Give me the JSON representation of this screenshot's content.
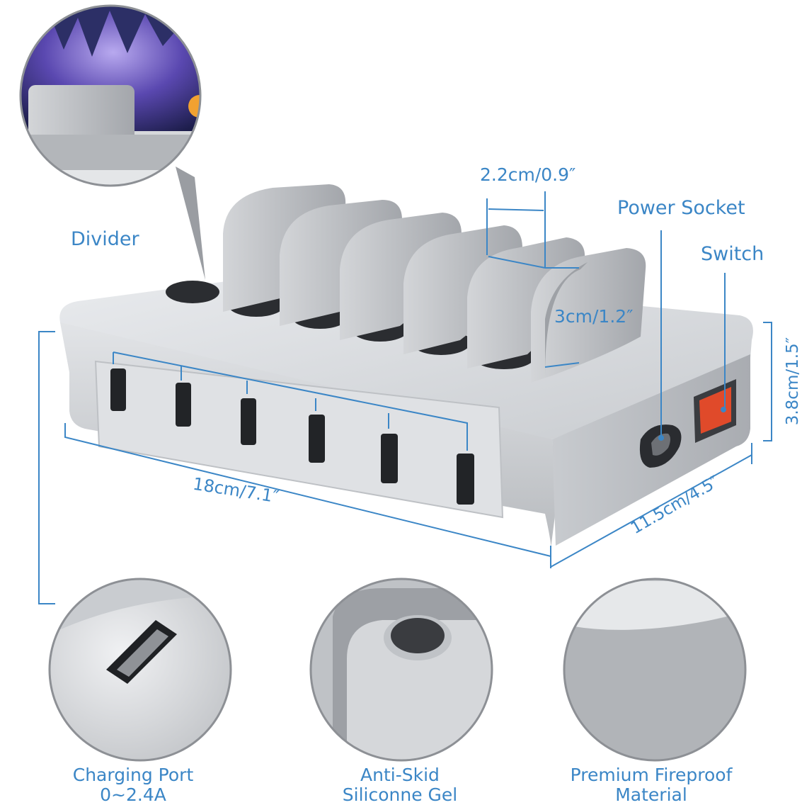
{
  "labels": {
    "divider": "Divider",
    "power_socket": "Power Socket",
    "switch": "Switch"
  },
  "dimensions": {
    "slot_gap": "2.2cm/0.9″",
    "divider_height": "3cm/1.2″",
    "height": "3.8cm/1.5″",
    "length": "18cm/7.1″",
    "width": "11.5cm/4.5″"
  },
  "features": [
    {
      "line1": "Charging Port",
      "line2": "0~2.4A"
    },
    {
      "line1": "Anti-Skid",
      "line2": "Siliconne Gel"
    },
    {
      "line1": "Premium Fireproof",
      "line2": "Material"
    }
  ],
  "colors": {
    "accent": "#3b86c6",
    "body": "#d4d6d9",
    "divider": "#b9bcc0",
    "slot": "#2b2d31",
    "switch": "#e04a2a"
  }
}
